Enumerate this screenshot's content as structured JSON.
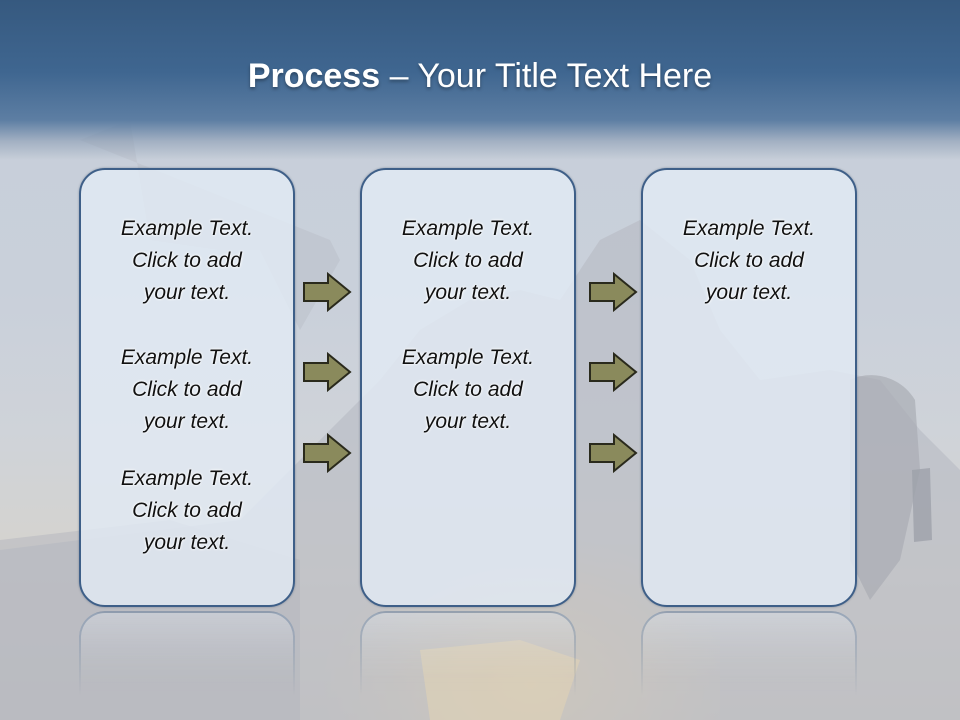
{
  "slide": {
    "title_bold": "Process",
    "title_rest": "– Your Title Text Here"
  },
  "columns": [
    {
      "items": [
        {
          "l1": "Example Text.",
          "l2": "Click  to add",
          "l3": "your text."
        },
        {
          "l1": "Example Text.",
          "l2": "Click  to add",
          "l3": "your text."
        },
        {
          "l1": "Example Text.",
          "l2": "Click  to add",
          "l3": "your text."
        }
      ]
    },
    {
      "items": [
        {
          "l1": "Example Text.",
          "l2": "Click  to add",
          "l3": "your text."
        },
        {
          "l1": "Example Text.",
          "l2": "Click  to add",
          "l3": "your text."
        }
      ]
    },
    {
      "items": [
        {
          "l1": "Example Text.",
          "l2": "Click  to add",
          "l3": "your text."
        }
      ]
    }
  ],
  "colors": {
    "header": "#3f6690",
    "box_border": "#3e5f88",
    "box_fill": "#e2eaf4",
    "arrow_fill": "#8a8a5c",
    "arrow_stroke": "#2a2a1c"
  },
  "icons": [
    "arrow-right-icon"
  ]
}
